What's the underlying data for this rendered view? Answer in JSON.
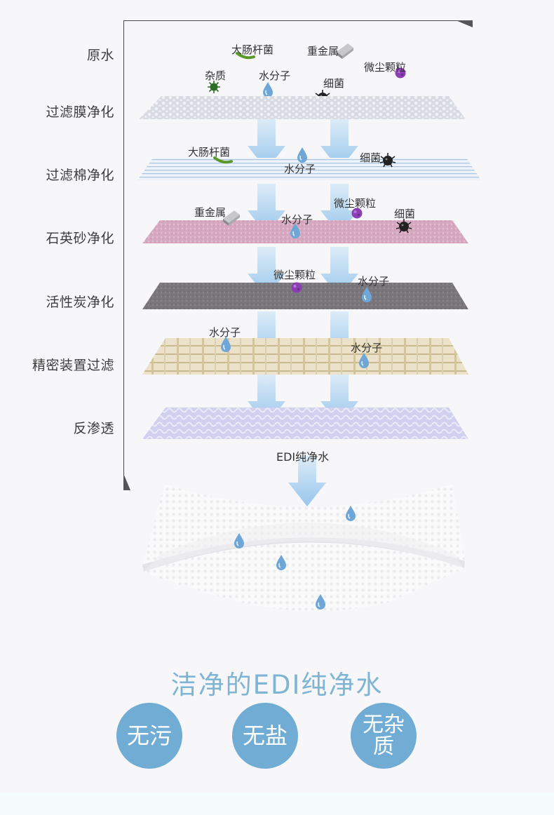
{
  "stages": [
    {
      "label": "原水"
    },
    {
      "label": "过滤膜净化"
    },
    {
      "label": "过滤棉净化"
    },
    {
      "label": "石英砂净化"
    },
    {
      "label": "活性炭净化"
    },
    {
      "label": "精密装置过滤"
    },
    {
      "label": "反渗透"
    }
  ],
  "particles": {
    "raw": [
      "大肠杆菌",
      "重金属",
      "微尘颗粒",
      "杂质",
      "水分子",
      "细菌"
    ],
    "membrane": [
      "大肠杆菌",
      "水分子",
      "细菌"
    ],
    "cotton": [
      "重金属",
      "水分子",
      "微尘颗粒",
      "细菌"
    ],
    "sand": [
      "微尘颗粒",
      "水分子"
    ],
    "carbon": [
      "水分子",
      "水分子"
    ]
  },
  "output_label": "EDI纯净水",
  "headline": "洁净的EDI纯净水",
  "badges": [
    "无污",
    "无盐",
    "无杂质"
  ],
  "colors": {
    "arrow": "#a8d0f0",
    "badge": "#70acd4",
    "headline": "#7fb5d4",
    "membrane": "#d6d8e0",
    "cotton": "#c6d8ec",
    "sand": "#d6a8c0",
    "carbon": "#77747a",
    "precision": "#e6dcc2",
    "ro": "#cfcdee"
  }
}
